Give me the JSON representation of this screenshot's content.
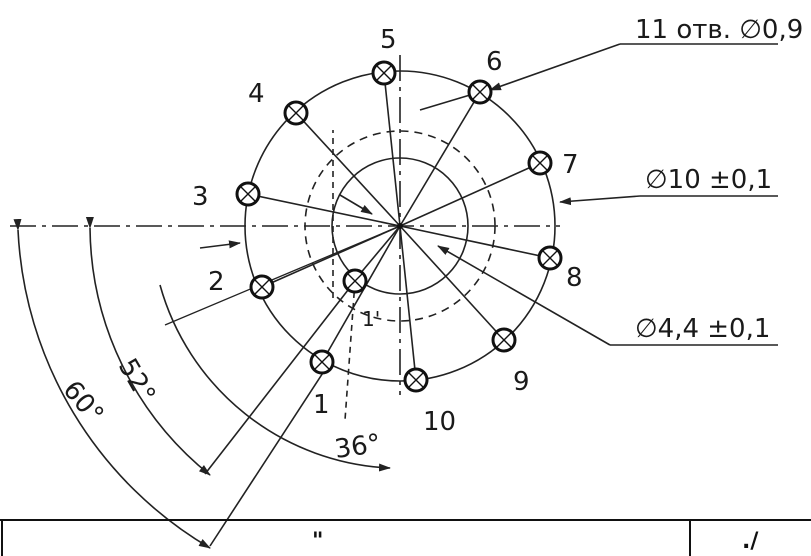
{
  "hole_labels": [
    "1",
    "2",
    "3",
    "4",
    "5",
    "6",
    "7",
    "8",
    "9",
    "10",
    "1'"
  ],
  "callouts": {
    "holes": "11 отв. ∅0,9",
    "outer_diameter": "∅10 ±0,1",
    "inner_diameter": "∅4,4 ±0,1"
  },
  "angles": {
    "a60": "60°",
    "a52": "52°",
    "a36": "36°"
  },
  "footer": {
    "center_mark": "\"",
    "right_mark": "./"
  }
}
